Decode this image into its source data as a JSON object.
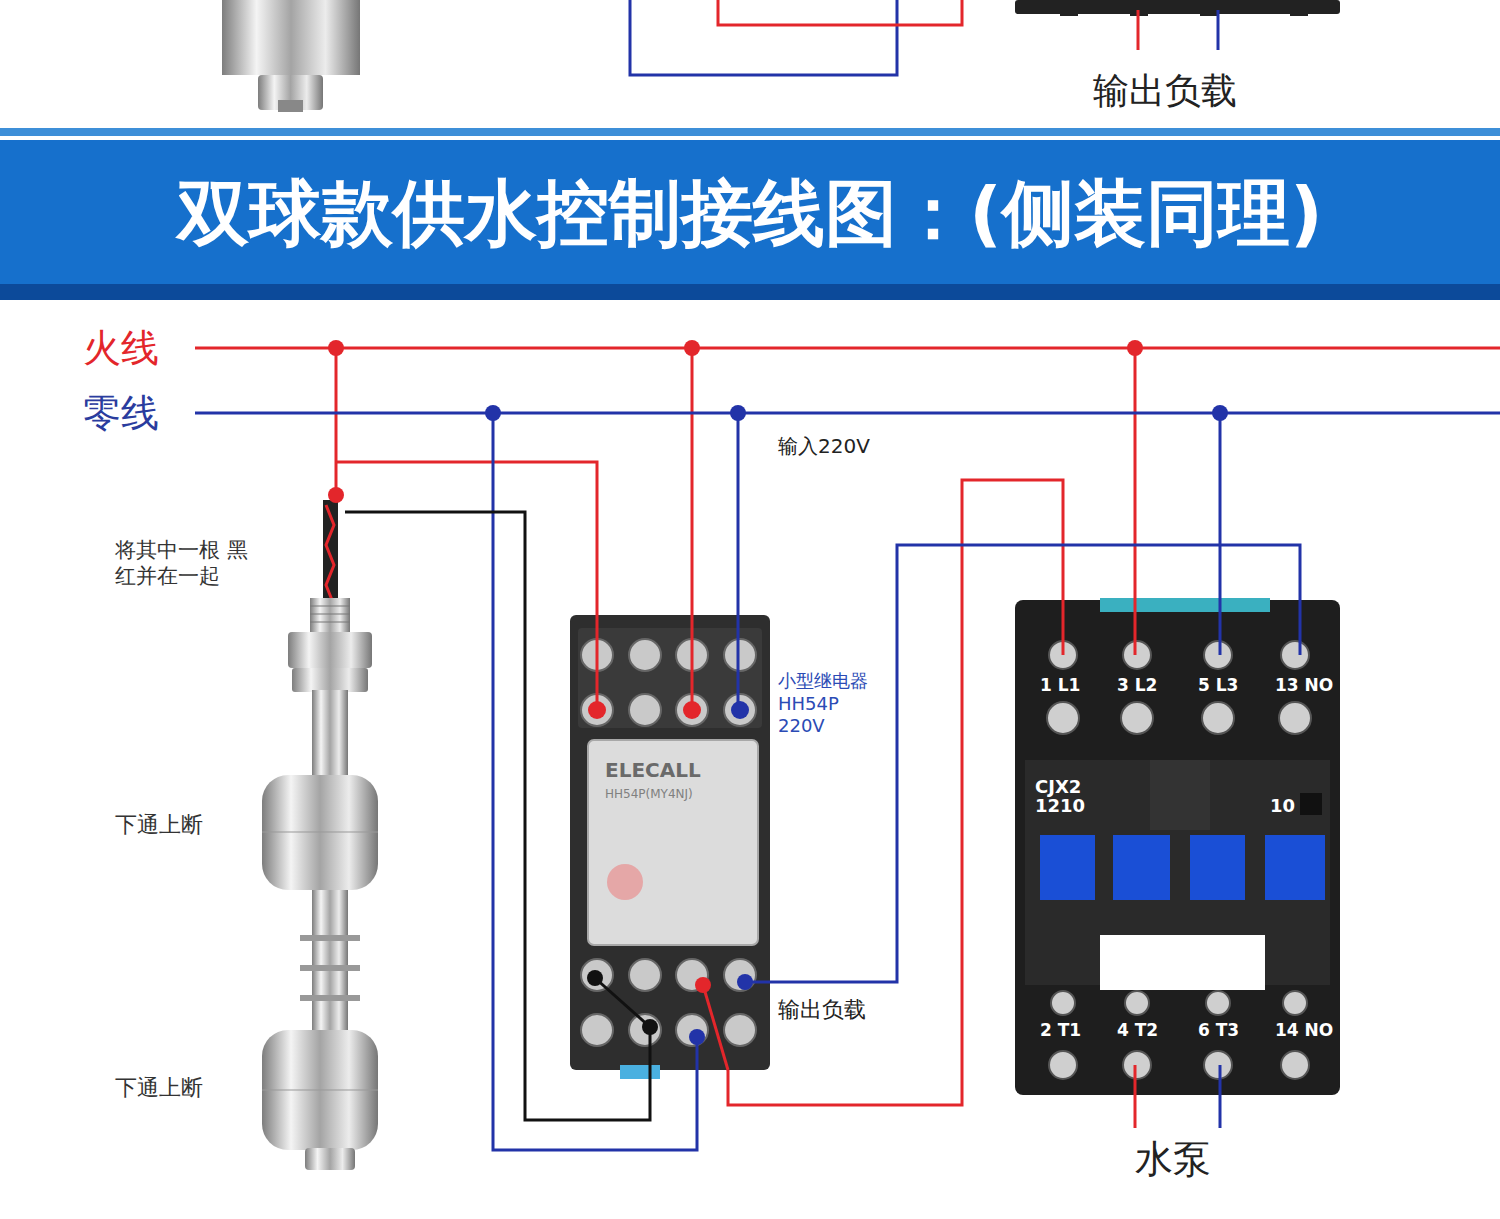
{
  "diagram": {
    "title": "双球款供水控制接线图：(侧装同理)",
    "nodes": [
      {
        "text": [
          "ELECALL",
          "HH54P(MY4NJ)"
        ]
      },
      {
        "text": [
          "1 L1",
          "3 L2",
          "5 L3",
          "13 NO",
          "CJX2 1210",
          "10",
          "2 T1",
          "4 T2",
          "6 T3",
          "14 NO"
        ]
      }
    ],
    "edges": [
      {
        "from": 0,
        "to": 1,
        "arrow": "none"
      },
      {
        "from": 0,
        "to": 1,
        "arrow": "none"
      }
    ],
    "labels": [
      "输出负载",
      "火线",
      "零线",
      "输入220V",
      "将其中一根 黑红并在一起",
      "下通上断",
      "下通上断",
      "小型继电器 HH54P 220V",
      "输出负载",
      "水泵"
    ]
  }
}
